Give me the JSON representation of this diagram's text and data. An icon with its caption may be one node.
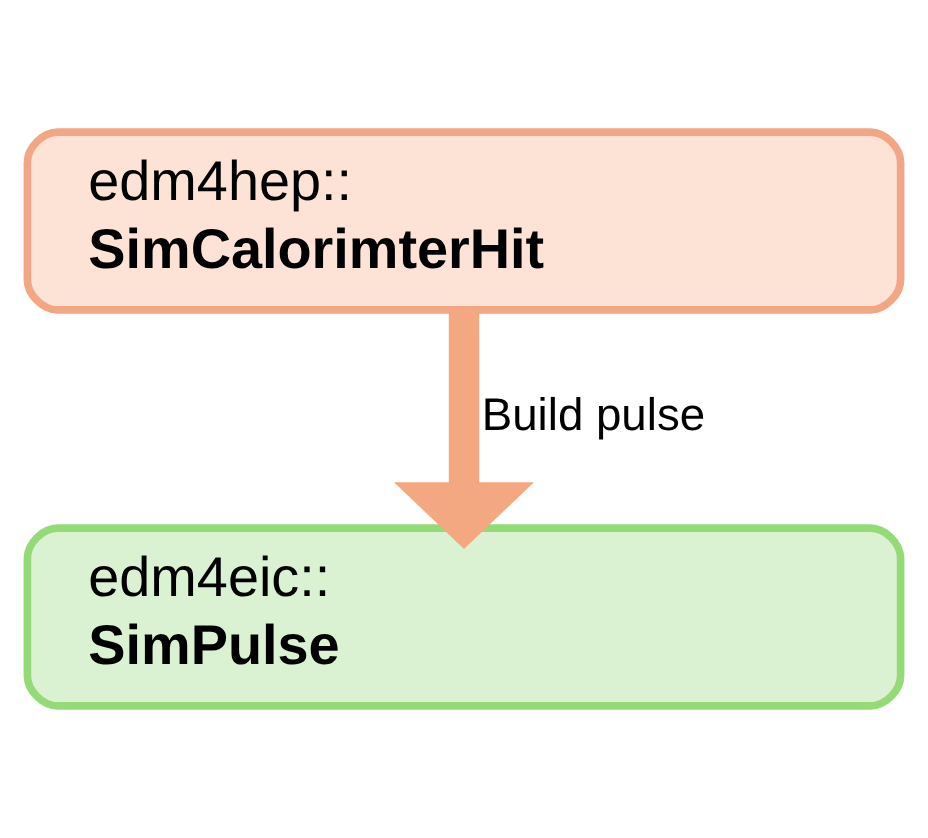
{
  "diagram": {
    "nodes": [
      {
        "text": [
          "edm4hep::",
          "SimCalorimterHit"
        ]
      },
      {
        "text": [
          "edm4eic::",
          "SimPulse"
        ]
      }
    ],
    "edges": [
      {
        "from": 0,
        "to": 1,
        "arrow": "to",
        "label": "Build pulse",
        "color": "#f4a882"
      }
    ]
  }
}
